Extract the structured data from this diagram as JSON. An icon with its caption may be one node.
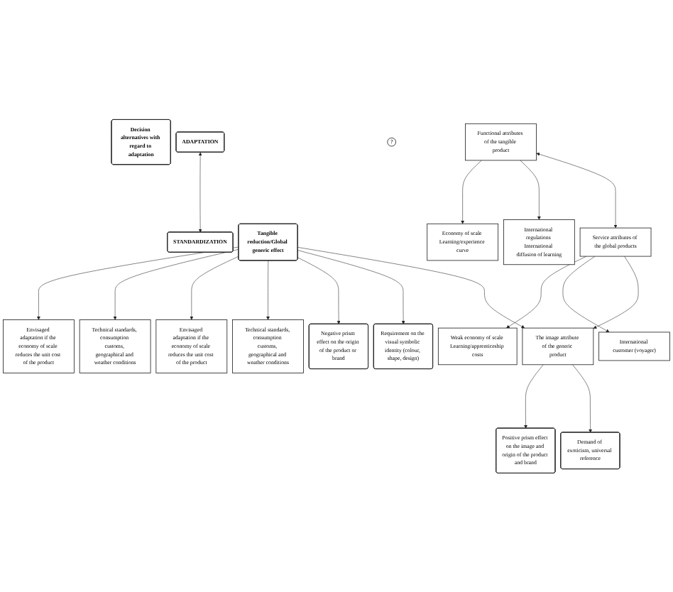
{
  "diagram": {
    "nodes": [
      {
        "text": [
          "Decision alternatives with regard to adaptation"
        ]
      },
      {
        "text": [
          "ADAPTATION"
        ]
      },
      {
        "text": [
          "STANDARDIZATION"
        ]
      },
      {
        "text": [
          "?"
        ]
      },
      {
        "text": [
          "Envisaged adaptation if the economy of scale reduces the unit cost of the product"
        ]
      },
      {
        "text": [
          "Technical standards, consumption customs, geographical and weather conditions"
        ]
      },
      {
        "text": [
          "Envisaged adaptation if the economy of scale reduces the unit cost of the product"
        ]
      },
      {
        "text": [
          "Technical standards, consumption customs, geographical and weather conditions"
        ]
      },
      {
        "text": [
          "Negative prism effect on the origin of the product or brand"
        ]
      },
      {
        "text": [
          "Requirement on the visual symbolic identity (colour, shape, design)"
        ]
      },
      {
        "text": [
          "Economy of scale Learning/experience curve"
        ]
      },
      {
        "text": [
          "International regulations International diffusion of learning"
        ]
      },
      {
        "text": [
          "Weak economy of scale Learning/apprenticeship costs"
        ]
      },
      {
        "text": [
          "International customer (voyager)"
        ]
      },
      {
        "text": [
          "Positive prism effect on the image and origin of the product and brand"
        ]
      },
      {
        "text": [
          "Demand of exoticism, universal reference"
        ]
      },
      {
        "text": [
          "Functional attributes of the tangible product"
        ]
      },
      {
        "text": [
          "Service attributes of the global products"
        ]
      },
      {
        "text": [
          "The image attribute of the generic product"
        ]
      },
      {
        "text": [
          "Tangible reduction/Global generic effect"
        ]
      }
    ],
    "edges": [
      {
        "from": 1,
        "to": 2,
        "arrow": "both"
      },
      {
        "from": 19,
        "to": 4,
        "arrow": "to"
      },
      {
        "from": 19,
        "to": 5,
        "arrow": "to"
      },
      {
        "from": 19,
        "to": 6,
        "arrow": "to"
      },
      {
        "from": 19,
        "to": 7,
        "arrow": "to"
      },
      {
        "from": 19,
        "to": 8,
        "arrow": "to"
      },
      {
        "from": 19,
        "to": 9,
        "arrow": "to"
      },
      {
        "from": 16,
        "to": 10,
        "arrow": "to"
      },
      {
        "from": 16,
        "to": 11,
        "arrow": "to"
      },
      {
        "from": 16,
        "to": 17,
        "arrow": "both"
      },
      {
        "from": 17,
        "to": 12,
        "arrow": "to"
      },
      {
        "from": 17,
        "to": 13,
        "arrow": "to"
      },
      {
        "from": 17,
        "to": 18,
        "arrow": "to"
      },
      {
        "from": 18,
        "to": 14,
        "arrow": "to"
      },
      {
        "from": 18,
        "to": 15,
        "arrow": "to"
      },
      {
        "from": 19,
        "to": 18,
        "arrow": "to"
      }
    ]
  }
}
